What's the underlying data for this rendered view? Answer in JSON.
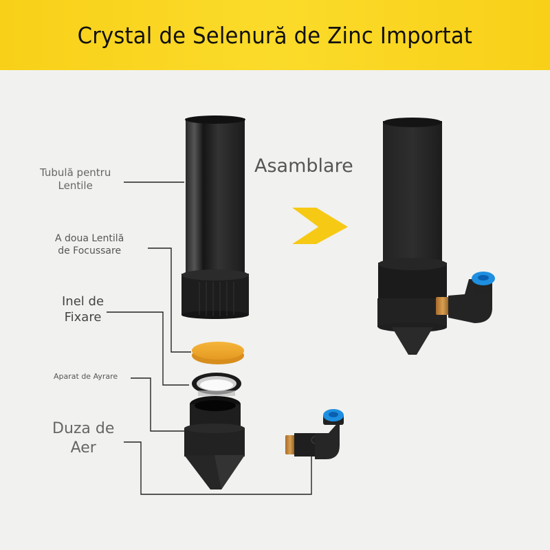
{
  "banner": {
    "title": "Crystal de Selenură de Zinc Importat",
    "color": "#f8d018"
  },
  "labels": {
    "tube": [
      "Tubulă pentru",
      "Lentile"
    ],
    "lens": [
      "A doua Lentilă",
      "de Focussare"
    ],
    "ring": [
      "Inel de",
      "Fixare"
    ],
    "air_device": [
      "Aparat de Ayrare"
    ],
    "nozzle": [
      "Duza de",
      "Aer"
    ]
  },
  "assembly": {
    "label": "Asamblare",
    "arrow_icon": "chevron-right-icon",
    "arrow_color": "#f6c915"
  },
  "colors": {
    "background": "#f1f1ef",
    "lens": "#f0a830",
    "fitting_blue": "#1e8fe0",
    "brass": "#c98a3a",
    "part_black": "#1e1e1e"
  }
}
